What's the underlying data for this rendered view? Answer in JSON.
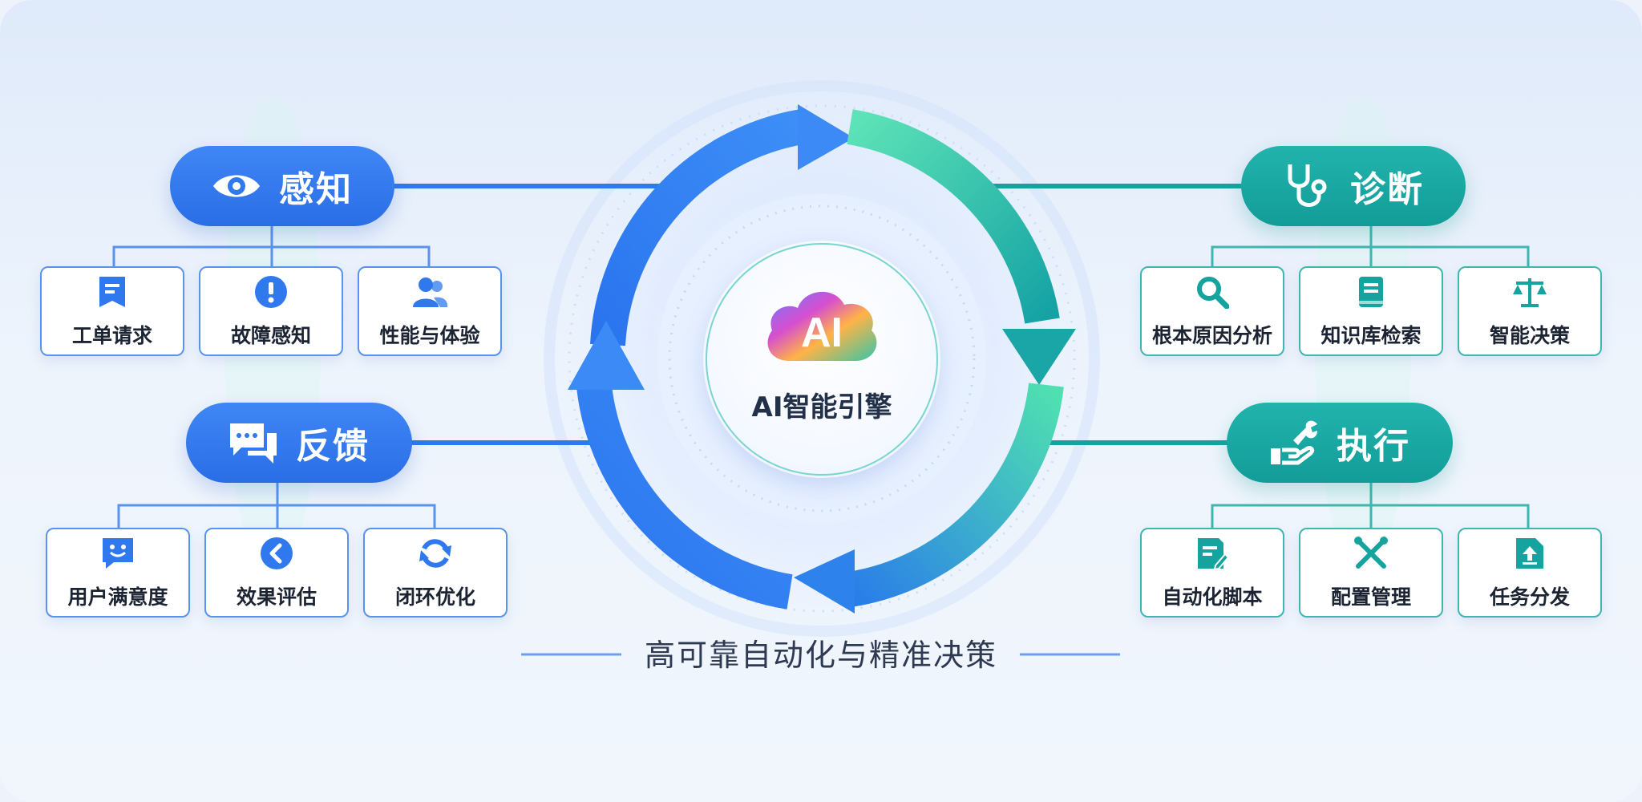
{
  "engine": {
    "label": "AI智能引擎",
    "logo_text": "AI"
  },
  "tagline": "高可靠自动化与精准决策",
  "colors": {
    "blue": "#2f78ee",
    "teal": "#14a39f",
    "green": "#3fd9a6"
  },
  "quadrants": {
    "perception": {
      "title": "感知",
      "icon": "eye-icon",
      "items": [
        {
          "label": "工单请求",
          "icon": "ticket-icon"
        },
        {
          "label": "故障感知",
          "icon": "alert-icon"
        },
        {
          "label": "性能与体验",
          "icon": "users-icon"
        }
      ]
    },
    "diagnosis": {
      "title": "诊断",
      "icon": "stethoscope-icon",
      "items": [
        {
          "label": "根本原因分析",
          "icon": "magnifier-icon"
        },
        {
          "label": "知识库检索",
          "icon": "book-icon"
        },
        {
          "label": "智能决策",
          "icon": "scales-icon"
        }
      ]
    },
    "feedback": {
      "title": "反馈",
      "icon": "chat-icon",
      "items": [
        {
          "label": "用户满意度",
          "icon": "smile-chat-icon"
        },
        {
          "label": "效果评估",
          "icon": "chevron-circle-icon"
        },
        {
          "label": "闭环优化",
          "icon": "refresh-icon"
        }
      ]
    },
    "execution": {
      "title": "执行",
      "icon": "wrench-hand-icon",
      "items": [
        {
          "label": "自动化脚本",
          "icon": "script-icon"
        },
        {
          "label": "配置管理",
          "icon": "tools-icon"
        },
        {
          "label": "任务分发",
          "icon": "upload-icon"
        }
      ]
    }
  }
}
